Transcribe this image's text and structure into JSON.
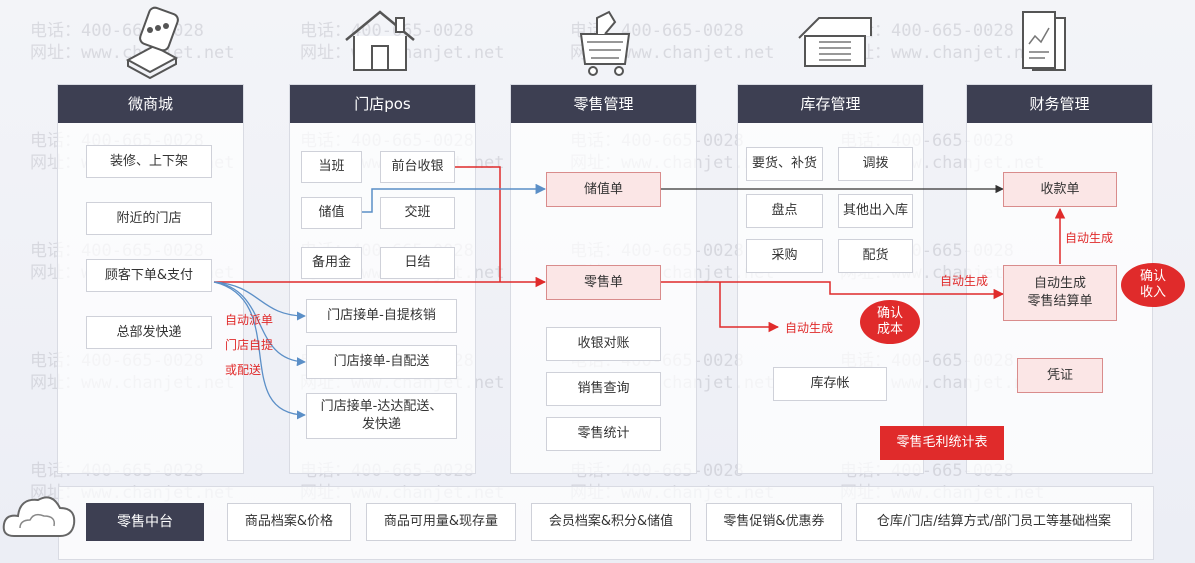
{
  "watermark": {
    "phone": "电话：400-665-0028",
    "site": "网址：www.chanjet.net"
  },
  "columns": {
    "weishangcheng": "微商城",
    "pos": "门店pos",
    "retail": "零售管理",
    "inventory": "库存管理",
    "finance": "财务管理"
  },
  "weishangcheng": {
    "decorate": "装修、上下架",
    "nearby": "附近的门店",
    "order_pay": "顾客下单&支付",
    "hq_express": "总部发快递"
  },
  "pos": {
    "shift": "当班",
    "checkout": "前台收银",
    "store_value": "储值",
    "handover": "交班",
    "petty_cash": "备用金",
    "daily_close": "日结",
    "order_pickup": "门店接单-自提核销",
    "order_self_delivery": "门店接单-自配送",
    "order_dada_line1": "门店接单-达达配送、",
    "order_dada_line2": "发快递"
  },
  "labels": {
    "auto_dispatch": "自动派单",
    "store_pickup": "门店自提",
    "or_delivery": "或配送",
    "auto_gen_cost": "自动生成",
    "auto_gen_finance": "自动生成",
    "auto_gen_receipt": "自动生成"
  },
  "retail": {
    "store_value_doc": "储值单",
    "retail_doc": "零售单",
    "reconcile": "收银对账",
    "sales_query": "销售查询",
    "retail_stats": "零售统计"
  },
  "inventory": {
    "request": "要货、补货",
    "transfer": "调拨",
    "stocktake": "盘点",
    "other_io": "其他出入库",
    "purchase": "采购",
    "distribution": "配货",
    "ledger": "库存帐",
    "confirm_cost_line1": "确认",
    "confirm_cost_line2": "成本",
    "gross_profit": "零售毛利统计表"
  },
  "finance": {
    "receipt": "收款单",
    "auto_settle_line1": "自动生成",
    "auto_settle_line2": "零售结算单",
    "confirm_income_line1": "确认",
    "confirm_income_line2": "收入",
    "voucher": "凭证"
  },
  "middle_platform": {
    "title": "零售中台",
    "items": [
      "商品档案&价格",
      "商品可用量&现存量",
      "会员档案&积分&储值",
      "零售促销&优惠券",
      "仓库/门店/结算方式/部门员工等基础档案"
    ]
  },
  "colors": {
    "header_bg": "#3d3f52",
    "accent_red": "#e02b2b",
    "pink_box": "#fbe6e6",
    "blue_line": "#5b8fc7"
  }
}
